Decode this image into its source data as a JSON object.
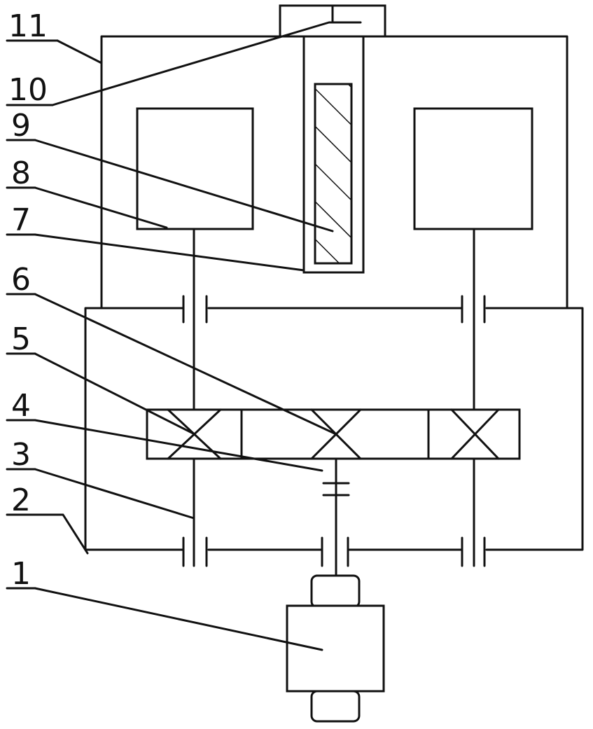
{
  "labels": [
    "11",
    "10",
    "9",
    "8",
    "7",
    "6",
    "5",
    "4",
    "3",
    "2",
    "1"
  ]
}
